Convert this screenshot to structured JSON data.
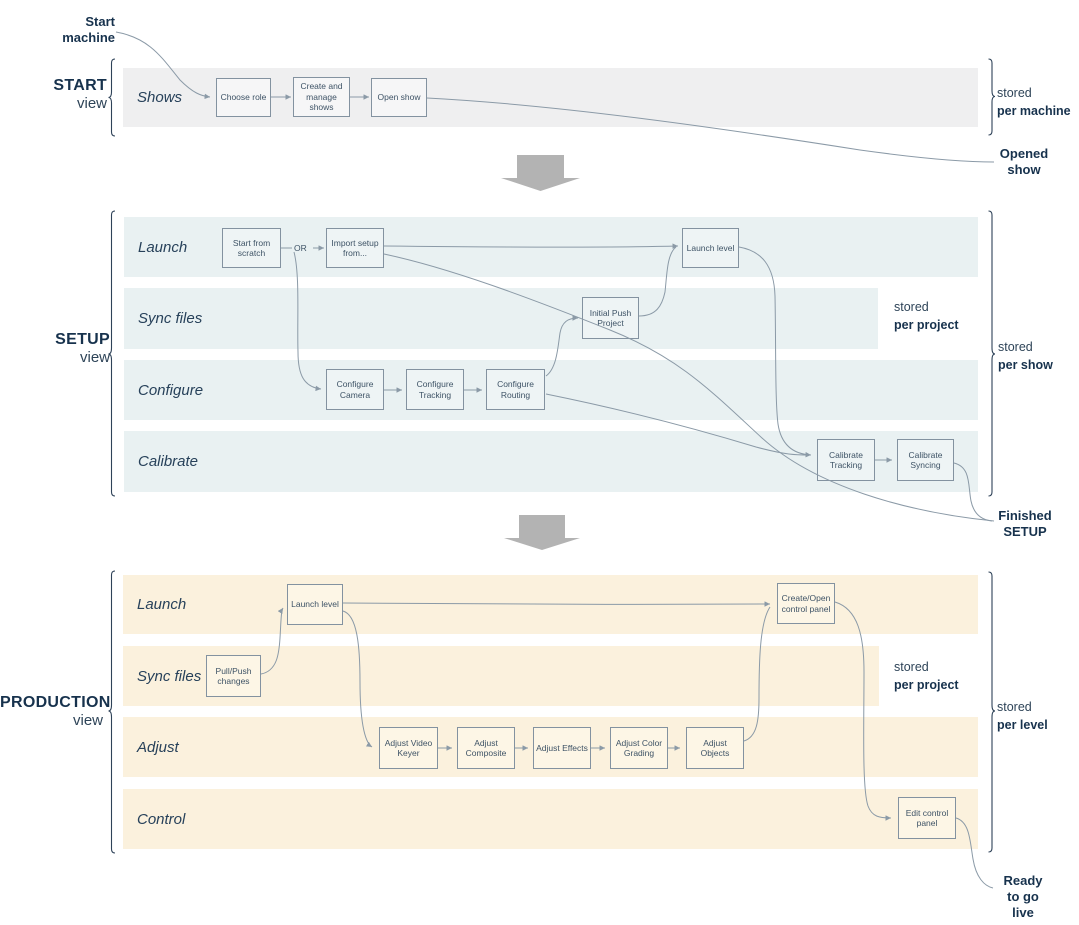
{
  "colors": {
    "start_lane": "#efeff0",
    "setup_lane": "#e9f1f2",
    "production_lane": "#fbf1dd",
    "box_border": "#8392a0",
    "connector": "#8b9aa7",
    "section_arrow": "#b3b3b3",
    "heading_text": "#17324d"
  },
  "annotations": {
    "start_machine": "Start machine",
    "opened_show": "Opened show",
    "finished_setup": "Finished SETUP",
    "ready_to_go_live": "Ready to go live",
    "or": "OR"
  },
  "start": {
    "name": "START",
    "view": "view",
    "stored_right": {
      "prefix": "stored",
      "scope": "per machine"
    },
    "rows": {
      "shows": "Shows"
    },
    "boxes": {
      "choose_role": "Choose role",
      "create_manage_shows": "Create and manage shows",
      "open_show": "Open show"
    }
  },
  "setup": {
    "name": "SETUP",
    "view": "view",
    "stored_right": {
      "prefix": "stored",
      "scope": "per show"
    },
    "stored_project": {
      "prefix": "stored",
      "scope": "per project"
    },
    "rows": {
      "launch": "Launch",
      "sync": "Sync files",
      "configure": "Configure",
      "calibrate": "Calibrate"
    },
    "boxes": {
      "start_from_scratch": "Start from scratch",
      "import_setup": "Import setup from...",
      "launch_level": "Launch level",
      "initial_push": "Initial Push Project",
      "configure_camera": "Configure Camera",
      "configure_tracking": "Configure Tracking",
      "configure_routing": "Configure Routing",
      "calibrate_tracking": "Calibrate Tracking",
      "calibrate_syncing": "Calibrate Syncing"
    }
  },
  "production": {
    "name": "PRODUCTION",
    "view": "view",
    "stored_right": {
      "prefix": "stored",
      "scope": "per level"
    },
    "stored_project": {
      "prefix": "stored",
      "scope": "per project"
    },
    "rows": {
      "launch": "Launch",
      "sync": "Sync files",
      "adjust": "Adjust",
      "control": "Control"
    },
    "boxes": {
      "launch_level": "Launch level",
      "pull_push": "Pull/Push changes",
      "adjust_video_keyer": "Adjust Video Keyer",
      "adjust_composite": "Adjust Composite",
      "adjust_effects": "Adjust Effects",
      "adjust_color_grading": "Adjust Color Grading",
      "adjust_objects": "Adjust Objects",
      "create_open_panel": "Create/Open control panel",
      "edit_control_panel": "Edit control panel"
    }
  }
}
